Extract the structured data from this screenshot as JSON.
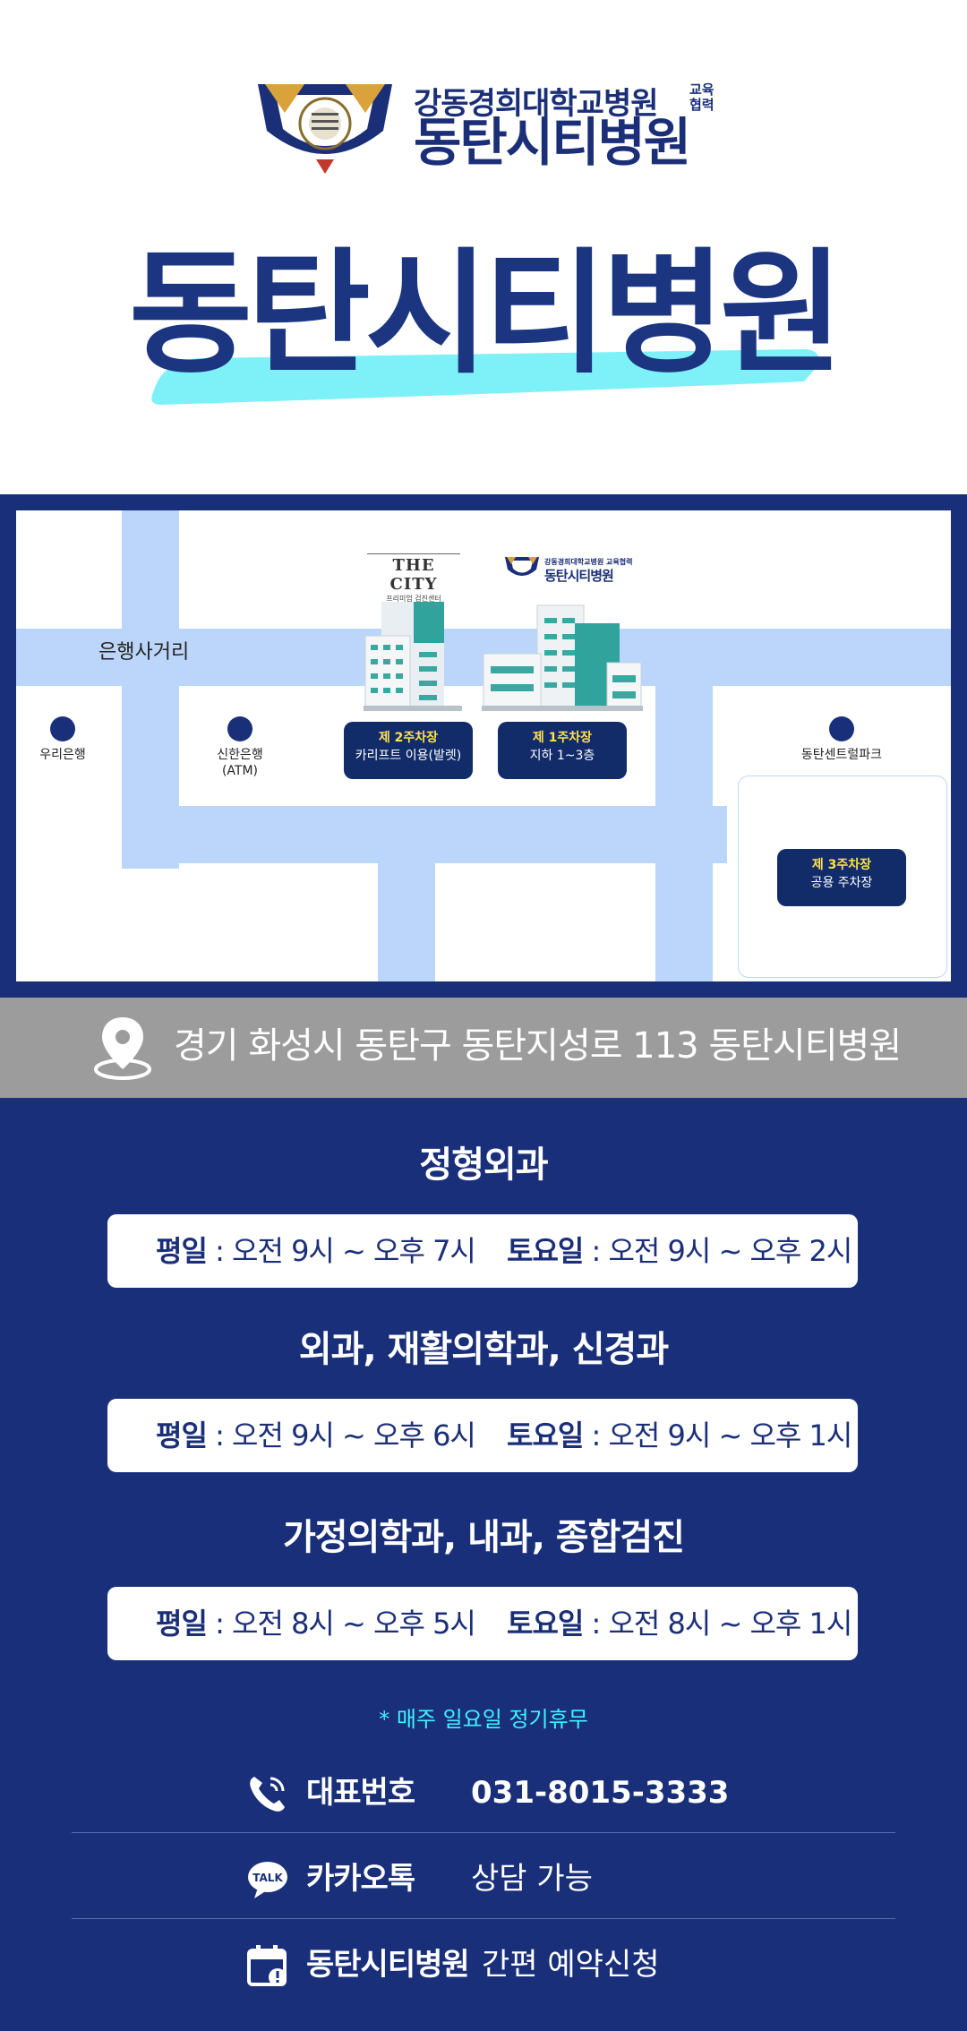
{
  "header": {
    "brand_line1": "강동경희대학교병원",
    "brand_edu": "교육 협력",
    "brand_line2": "동탄시티병원",
    "big_title": "동탄시티병원",
    "colors": {
      "navy": "#1b3580",
      "brush": "#7ef0f8"
    }
  },
  "map": {
    "street_label": "은행사거리",
    "places": [
      {
        "name": "우리은행"
      },
      {
        "name": "신한은행\n(ATM)"
      },
      {
        "name": "동탄센트럴파크"
      }
    ],
    "thecity_title": "THE CITY",
    "thecity_sub": "프리미엄 검진센터",
    "mini_logo_line1": "강동경희대학교병원 교육협력",
    "mini_logo_line2": "동탄시티병원",
    "parking": [
      {
        "title": "제 2주차장",
        "desc": "카리프트 이용(발렛)"
      },
      {
        "title": "제 1주차장",
        "desc": "지하 1~3층"
      },
      {
        "title": "제 3주차장",
        "desc": "공용 주차장"
      }
    ]
  },
  "address": {
    "icon": "location-pin-icon",
    "text": "경기 화성시 동탄구 동탄지성로 113 동탄시티병원"
  },
  "hours": {
    "departments": [
      {
        "title": "정형외과",
        "weekday_label": "평일",
        "weekday": " : 오전 9시 ~ 오후 7시",
        "saturday_label": "토요일",
        "saturday": " : 오전 9시 ~ 오후 2시"
      },
      {
        "title": "외과, 재활의학과, 신경과",
        "weekday_label": "평일",
        "weekday": " : 오전 9시 ~ 오후 6시",
        "saturday_label": "토요일",
        "saturday": " : 오전 9시 ~ 오후 1시"
      },
      {
        "title": "가정의학과, 내과, 종합검진",
        "weekday_label": "평일",
        "weekday": " : 오전 8시 ~ 오후 5시",
        "saturday_label": "토요일",
        "saturday": " : 오전 8시 ~ 오후 1시"
      }
    ],
    "notice": "* 매주 일요일 정기휴무",
    "notice_color": "#3ff2ff"
  },
  "contacts": [
    {
      "icon": "phone-icon",
      "label": "대표번호",
      "value": "031-8015-3333"
    },
    {
      "icon": "kakaotalk-icon",
      "label": "카카오톡",
      "value": "상담 가능"
    },
    {
      "icon": "calendar-icon",
      "label": "동탄시티병원",
      "value": "간편 예약신청"
    }
  ],
  "icon_labels": {
    "talk": "TALK"
  }
}
